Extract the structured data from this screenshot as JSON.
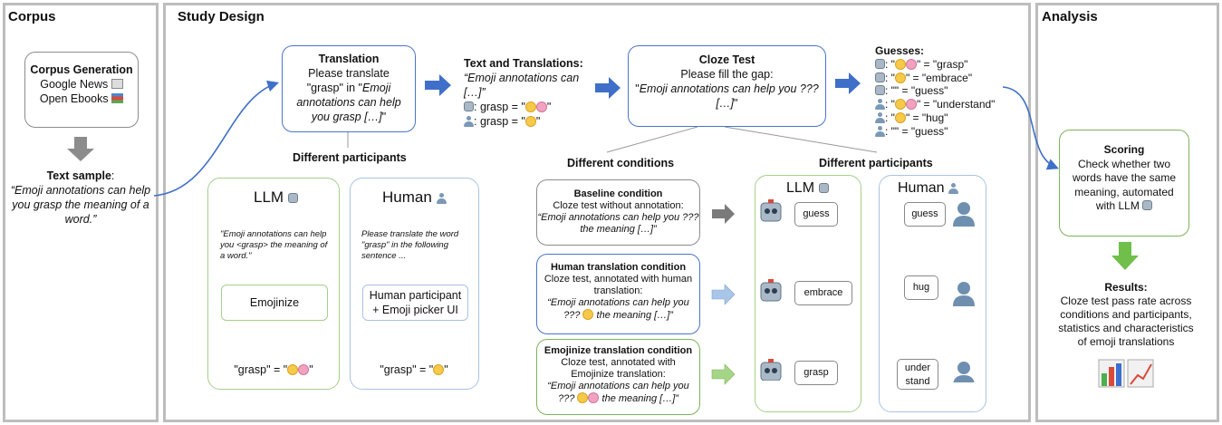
{
  "panels": {
    "corpus": "Corpus",
    "study": "Study Design",
    "analysis": "Analysis"
  },
  "corpus": {
    "gen_title": "Corpus Generation",
    "source1": "Google News",
    "source2": "Open Ebooks",
    "sample_label": "Text sample",
    "sample_text": "“Emoji annotations can help you grasp the meaning of a word.”"
  },
  "translation": {
    "title": "Translation",
    "line1": "Please translate",
    "line2a": "\"grasp\" in \"",
    "line2b": "Emoji",
    "line3": "annotations can help",
    "line4a": "you grasp […]",
    "line4b": "\""
  },
  "diff_participants": "Different participants",
  "llm_box": {
    "title": "LLM",
    "prompt": "\"Emoji annotations can help you <grasp> the meaning of a word.\"",
    "process": "Emojinize",
    "result_a": "\"grasp\" = \"",
    "result_b": "\""
  },
  "human_box": {
    "title": "Human",
    "prompt": "Please translate the word \"grasp\" in the following sentence ...",
    "process1": "Human participant",
    "process2": "+ Emoji picker UI",
    "result_a": "\"grasp\" = \"",
    "result_b": "\""
  },
  "text_trans": {
    "title": "Text and Translations:",
    "line1": "“Emoji annotations can",
    "line2": "[…]”",
    "llm_a": ": grasp = \"",
    "llm_b": "\"",
    "human_a": ": grasp = \"",
    "human_b": "\""
  },
  "cloze": {
    "title": "Cloze Test",
    "line1": "Please fill the gap:",
    "line2a": "\"",
    "line2b": "Emoji annotations can help you ???",
    "line3a": "[…]",
    "line3b": "\""
  },
  "guesses": {
    "title": "Guesses:",
    "rows": [
      {
        "who": "llm",
        "emoji": 2,
        "word": "= \"grasp\""
      },
      {
        "who": "llm",
        "emoji": 1,
        "word": "= \"embrace\""
      },
      {
        "who": "llm",
        "emoji": 0,
        "word": "= \"guess\""
      },
      {
        "who": "human",
        "emoji": 2,
        "word": "= \"understand\""
      },
      {
        "who": "human",
        "emoji": 1,
        "word": "= \"hug\""
      },
      {
        "who": "human",
        "emoji": 0,
        "word": "= \"guess\""
      }
    ],
    "lines": [
      "\"\" = \"grasp\"",
      "\"\" = \"embrace\"",
      "\"\" = \"guess\"",
      "\"\" = \"understand\"",
      "\"\" = \"hug\"",
      "\"\" = \"guess\""
    ]
  },
  "diff_conditions": "Different conditions",
  "conditions": [
    {
      "title": "Baseline condition",
      "desc": "Cloze test without annotation:",
      "quote": "“Emoji annotations can help you ??? the meaning […]”"
    },
    {
      "title": "Human translation condition",
      "desc1": "Cloze test, annotated with human",
      "desc2": "translation:",
      "quote1": "“Emoji annotations can help you",
      "quote2": "??? ",
      "quote3": " the meaning […]”"
    },
    {
      "title": "Emojinize translation condition",
      "desc1": "Cloze test, annotated with",
      "desc2": "Emojinize translation:",
      "quote1": "“Emoji annotations can help you",
      "quote2": "??? ",
      "quote3": " the meaning […]”"
    }
  ],
  "participants_llm": {
    "title": "LLM",
    "answers": [
      "guess",
      "embrace",
      "grasp"
    ]
  },
  "participants_human": {
    "title": "Human",
    "answers": [
      "guess",
      "hug",
      "under stand"
    ]
  },
  "scoring": {
    "title": "Scoring",
    "lines": [
      "Check whether two",
      "words have the same",
      "meaning, automated",
      "with LLM"
    ]
  },
  "results": {
    "title": "Results:",
    "lines": [
      "Cloze test pass rate across",
      "conditions and participants,",
      "statistics and characteristics",
      "of emoji translations"
    ]
  },
  "colors": {
    "blue": "#4a74c9",
    "green": "#7fb25a",
    "gray": "#8c8c8c",
    "arrow_blue": "#3f6fc8",
    "arrow_green": "#6fbf4a"
  }
}
